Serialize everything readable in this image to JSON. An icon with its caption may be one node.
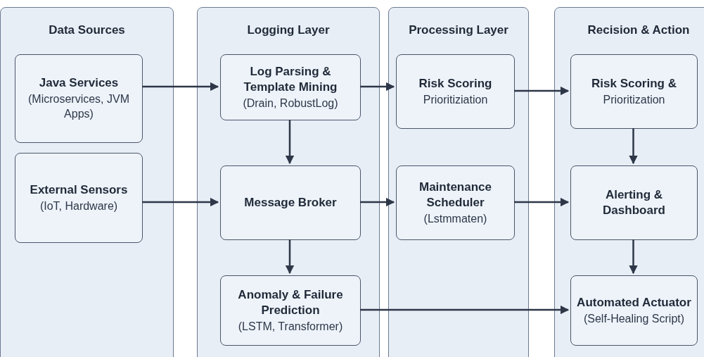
{
  "diagram": {
    "nodes": [
      {
        "text": [
          "Data Sources"
        ]
      },
      {
        "text": [
          "Logging Layer"
        ]
      },
      {
        "text": [
          "Processing Layer"
        ]
      },
      {
        "text": [
          "Recision & Action"
        ]
      },
      {
        "text": [
          "Java Services",
          "(Microservices, JVM Apps)"
        ],
        "in": 0
      },
      {
        "text": [
          "External Sensors",
          "(IoT, Hardware)"
        ],
        "in": 0
      },
      {
        "text": [
          "Log Parsing & Template Mining",
          "(Drain, RobustLog)"
        ],
        "in": 1
      },
      {
        "text": [
          "Message Broker"
        ],
        "in": 1
      },
      {
        "text": [
          "Anomaly & Failure Prediction",
          "(LSTM, Transformer)"
        ],
        "in": 1
      },
      {
        "text": [
          "Risk Scoring",
          "Prioritiziation"
        ],
        "in": 2
      },
      {
        "text": [
          "Maintenance Scheduler",
          "(Lstmmaten)"
        ],
        "in": 2
      },
      {
        "text": [
          "Risk Scoring &",
          "Prioritization"
        ],
        "in": 3
      },
      {
        "text": [
          "Alerting & Dashboard"
        ],
        "in": 3
      },
      {
        "text": [
          "Automated Actuator",
          "(Self-Healing Script)"
        ],
        "in": 3
      }
    ],
    "edges": [
      {
        "from": 4,
        "to": 6,
        "arrow": "to"
      },
      {
        "from": 6,
        "to": 9,
        "arrow": "to"
      },
      {
        "from": 9,
        "to": 11,
        "arrow": "to"
      },
      {
        "from": 6,
        "to": 7,
        "arrow": "to"
      },
      {
        "from": 5,
        "to": 7,
        "arrow": "to"
      },
      {
        "from": 7,
        "to": 10,
        "arrow": "to"
      },
      {
        "from": 10,
        "to": 12,
        "arrow": "to"
      },
      {
        "from": 7,
        "to": 8,
        "arrow": "to"
      },
      {
        "from": 11,
        "to": 12,
        "arrow": "to"
      },
      {
        "from": 12,
        "to": 13,
        "arrow": "to"
      },
      {
        "from": 8,
        "to": 13,
        "arrow": "to"
      }
    ]
  }
}
